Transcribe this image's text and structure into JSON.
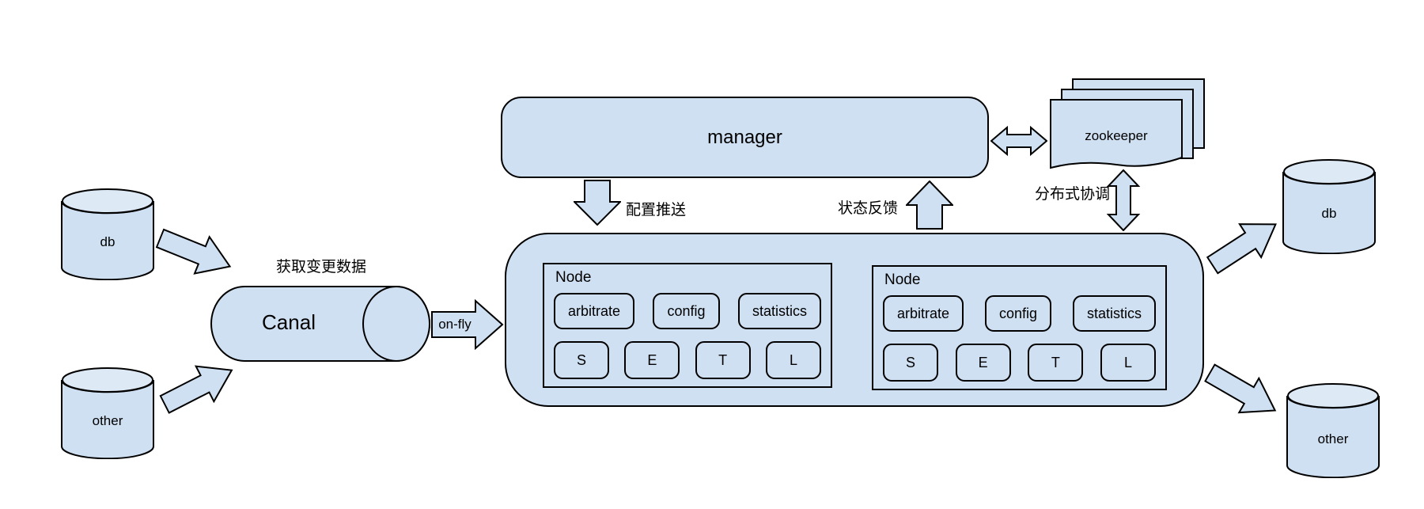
{
  "diagram": {
    "manager": {
      "label": "manager"
    },
    "zookeeper": {
      "label": "zookeeper"
    },
    "canal": {
      "label": "Canal"
    },
    "on_fly_label": "on-fly",
    "labels": {
      "config_push": "配置推送",
      "status_feedback": "状态反馈",
      "distributed_coordination": "分布式协调",
      "fetch_change_data": "获取变更数据"
    },
    "sources": [
      {
        "label": "db"
      },
      {
        "label": "other"
      }
    ],
    "targets": [
      {
        "label": "db"
      },
      {
        "label": "other"
      }
    ],
    "nodes": [
      {
        "title": "Node",
        "components": [
          "arbitrate",
          "config",
          "statistics"
        ],
        "stages": [
          "S",
          "E",
          "T",
          "L"
        ]
      },
      {
        "title": "Node",
        "components": [
          "arbitrate",
          "config",
          "statistics"
        ],
        "stages": [
          "S",
          "E",
          "T",
          "L"
        ]
      }
    ],
    "colors": {
      "shape_fill": "#cfe0f2",
      "shape_fill_light": "#dee9f6",
      "border": "#000000",
      "background": "#ffffff"
    }
  }
}
